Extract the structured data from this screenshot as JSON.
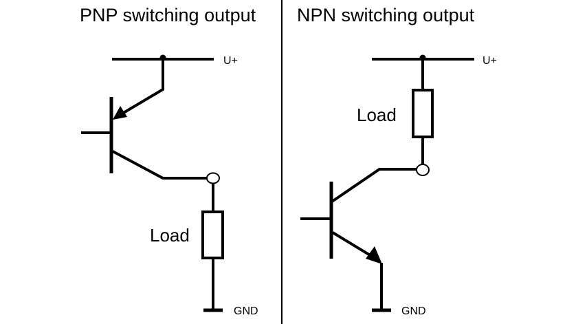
{
  "panels": [
    {
      "title": "PNP switching output",
      "supply_label": "U+",
      "ground_label": "GND",
      "load_label": "Load"
    },
    {
      "title": "NPN switching output",
      "supply_label": "U+",
      "ground_label": "GND",
      "load_label": "Load"
    }
  ]
}
